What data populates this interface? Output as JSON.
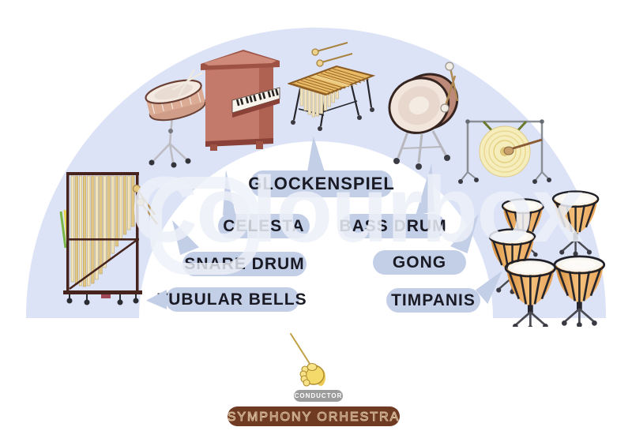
{
  "watermark": {
    "text": "Colourbox"
  },
  "stage": {
    "shape": "semicircle",
    "outer_color": "#dce3f6",
    "inner_color": "#ffffff",
    "label_pill_color": "#c3cee7",
    "label_text_color": "#1a1a24"
  },
  "instrument_labels": [
    {
      "id": "glockenspiel",
      "label": "GLOCKENSPIEL"
    },
    {
      "id": "celesta",
      "label": "CELESTA"
    },
    {
      "id": "bass-drum",
      "label": "BASS DRUM"
    },
    {
      "id": "snare-drum",
      "label": "SNARE DRUM"
    },
    {
      "id": "gong",
      "label": "GONG"
    },
    {
      "id": "tubular-bells",
      "label": "TUBULAR BELLS"
    },
    {
      "id": "timpanis",
      "label": "TIMPANIS"
    }
  ],
  "instrument_icons": [
    "snare-drum-illustration",
    "celesta-illustration",
    "glockenspiel-illustration",
    "bass-drum-illustration",
    "gong-illustration",
    "tubular-bells-illustration",
    "timpani-illustration",
    "conductor-hand-illustration"
  ],
  "footer": {
    "conductor_label": "CONDUCTOR",
    "banner_text": "SYMPHONY ORHESTRA",
    "conductor_pill_color": "#9c9c9c",
    "banner_color": "#6f3a22",
    "banner_text_outline": "#dcc0a0"
  }
}
